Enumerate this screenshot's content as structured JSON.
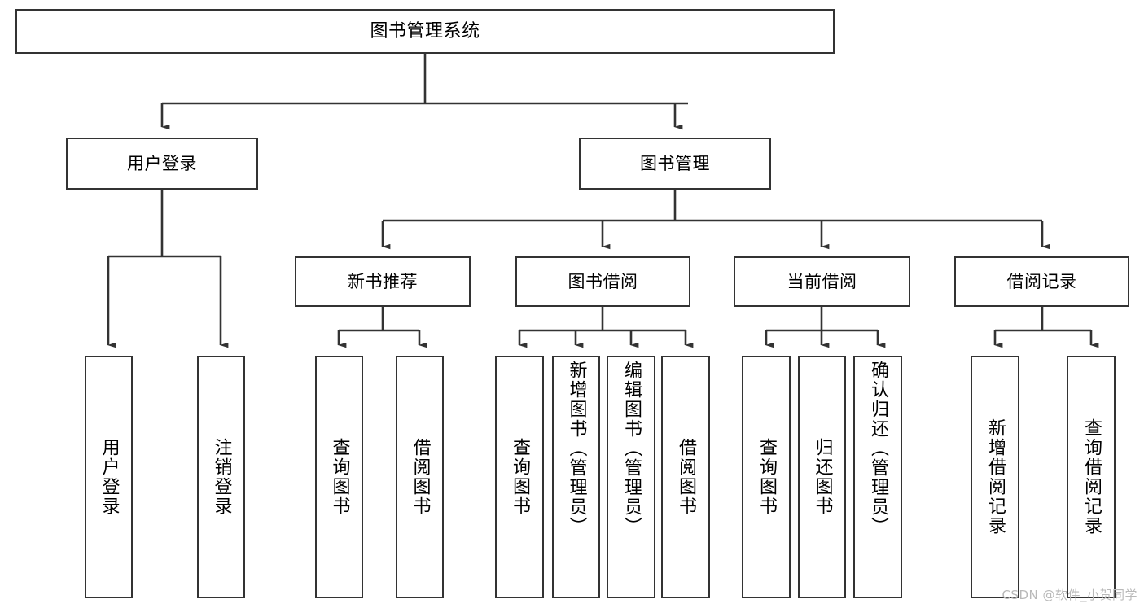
{
  "diagram": {
    "type": "tree",
    "title": "图书管理系统",
    "watermark": "CSDN @软件_小贺同学",
    "colors": {
      "background": "#ffffff",
      "box_border": "#333333",
      "box_fill": "#ffffff",
      "connector": "#333333",
      "text": "#000000",
      "watermark": "#b9b9b9"
    },
    "nodes": {
      "root": {
        "label": "图书管理系统",
        "level": 1
      },
      "l2": [
        {
          "id": "user-login",
          "label": "用户登录",
          "level": 2
        },
        {
          "id": "book-manage",
          "label": "图书管理",
          "level": 2
        }
      ],
      "l3": [
        {
          "id": "new-book-recommend",
          "label": "新书推荐",
          "level": 3,
          "parent": "book-manage"
        },
        {
          "id": "book-borrow",
          "label": "图书借阅",
          "level": 3,
          "parent": "book-manage"
        },
        {
          "id": "current-borrow",
          "label": "当前借阅",
          "level": 3,
          "parent": "book-manage"
        },
        {
          "id": "borrow-record",
          "label": "借阅记录",
          "level": 3,
          "parent": "book-manage"
        }
      ],
      "leaves": [
        {
          "id": "leaf-user-login",
          "label": "用户登录",
          "parent": "user-login"
        },
        {
          "id": "leaf-logout-login",
          "label": "注销登录",
          "parent": "user-login"
        },
        {
          "id": "leaf-query-book-1",
          "label": "查询图书",
          "parent": "new-book-recommend"
        },
        {
          "id": "leaf-borrow-book-1",
          "label": "借阅图书",
          "parent": "new-book-recommend"
        },
        {
          "id": "leaf-query-book-2",
          "label": "查询图书",
          "parent": "book-borrow"
        },
        {
          "id": "leaf-add-book",
          "label": "新增图书（管理员）",
          "parent": "book-borrow"
        },
        {
          "id": "leaf-edit-book",
          "label": "编辑图书（管理员）",
          "parent": "book-borrow"
        },
        {
          "id": "leaf-borrow-book-2",
          "label": "借阅图书",
          "parent": "book-borrow"
        },
        {
          "id": "leaf-query-book-3",
          "label": "查询图书",
          "parent": "current-borrow"
        },
        {
          "id": "leaf-return-book",
          "label": "归还图书",
          "parent": "current-borrow"
        },
        {
          "id": "leaf-confirm-return",
          "label": "确认归还（管理员）",
          "parent": "current-borrow"
        },
        {
          "id": "leaf-add-record",
          "label": "新增借阅记录",
          "parent": "borrow-record"
        },
        {
          "id": "leaf-query-record",
          "label": "查询借阅记录",
          "parent": "borrow-record"
        }
      ]
    }
  }
}
